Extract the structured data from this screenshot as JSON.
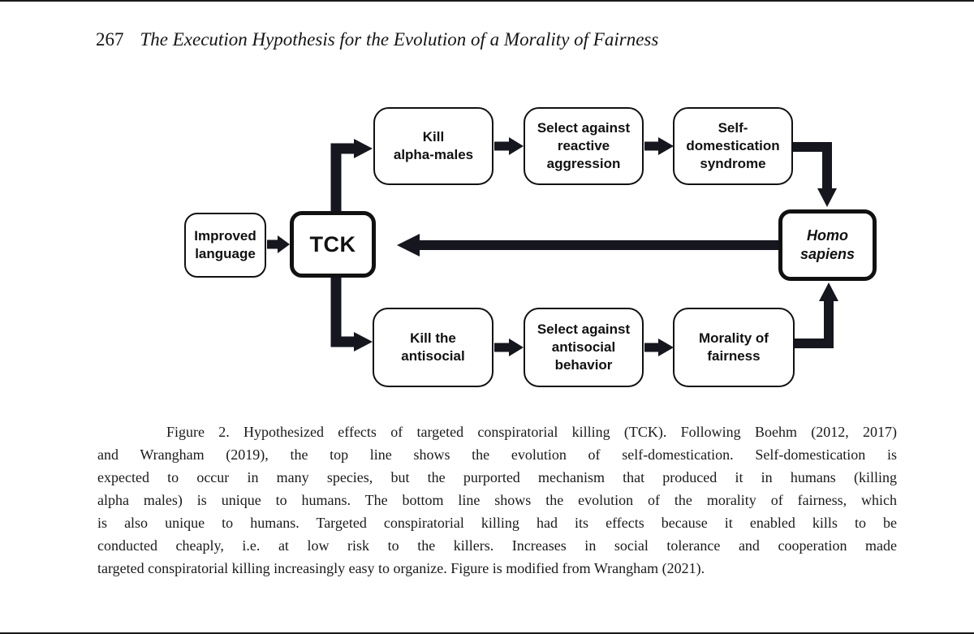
{
  "page_header": {
    "page_number": "267",
    "running_title": "The Execution Hypothesis for the Evolution of a Morality of Fairness"
  },
  "colors": {
    "background": "#ffffff",
    "ink": "#111111",
    "arrow": "#15161e"
  },
  "diagram": {
    "nodes": {
      "improved_language": {
        "lines": [
          "Improved",
          "language"
        ]
      },
      "tck": {
        "lines": [
          "TCK"
        ]
      },
      "kill_alpha_males": {
        "lines": [
          "Kill",
          "alpha-males"
        ]
      },
      "select_against_reactive_aggression": {
        "lines": [
          "Select against",
          "reactive",
          "aggression"
        ]
      },
      "self_domestication_syndrome": {
        "lines": [
          "Self-",
          "domestication",
          "syndrome"
        ]
      },
      "homo_sapiens": {
        "lines": [
          "Homo",
          "sapiens"
        ]
      },
      "kill_the_antisocial": {
        "lines": [
          "Kill the",
          "antisocial"
        ]
      },
      "select_against_antisocial_behavior": {
        "lines": [
          "Select against",
          "antisocial",
          "behavior"
        ]
      },
      "morality_of_fairness": {
        "lines": [
          "Morality of",
          "fairness"
        ]
      }
    },
    "edges": [
      {
        "from": "improved_language",
        "to": "tck"
      },
      {
        "from": "tck",
        "to": "kill_alpha_males"
      },
      {
        "from": "kill_alpha_males",
        "to": "select_against_reactive_aggression"
      },
      {
        "from": "select_against_reactive_aggression",
        "to": "self_domestication_syndrome"
      },
      {
        "from": "self_domestication_syndrome",
        "to": "homo_sapiens"
      },
      {
        "from": "homo_sapiens",
        "to": "tck"
      },
      {
        "from": "tck",
        "to": "kill_the_antisocial"
      },
      {
        "from": "kill_the_antisocial",
        "to": "select_against_antisocial_behavior"
      },
      {
        "from": "select_against_antisocial_behavior",
        "to": "morality_of_fairness"
      },
      {
        "from": "morality_of_fairness",
        "to": "homo_sapiens"
      }
    ]
  },
  "caption": {
    "lines": [
      "Figure 2. Hypothesized effects of targeted conspiratorial killing (TCK). Following Boehm (2012, 2017)",
      "and Wrangham (2019), the top line shows the evolution of self-domestication. Self-domestication is",
      "expected to occur in many species, but the purported mechanism that produced it in humans (killing",
      "alpha males) is unique to humans. The bottom line shows the evolution of the morality of fairness, which",
      "is also unique to humans. Targeted conspiratorial killing had its effects because it enabled kills to be",
      "conducted cheaply, i.e. at low risk to the killers. Increases in social tolerance and cooperation made",
      "targeted conspiratorial killing increasingly easy to organize. Figure is modified from Wrangham (2021)."
    ]
  }
}
